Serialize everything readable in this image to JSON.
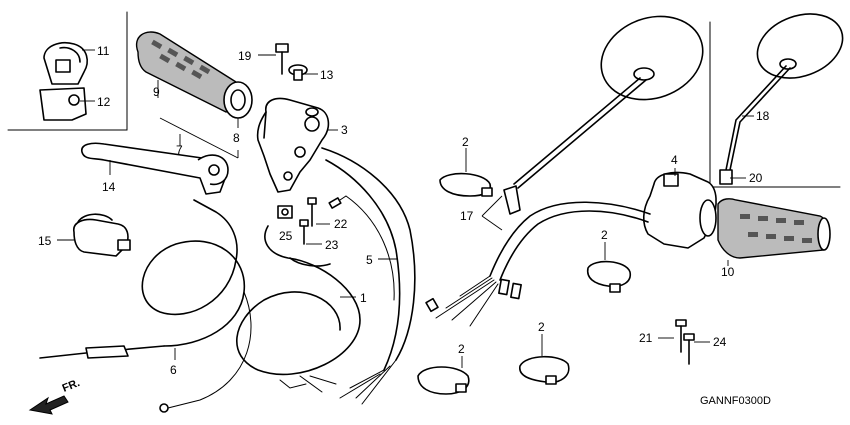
{
  "diagram": {
    "callouts": [
      {
        "id": "11",
        "text": "11"
      },
      {
        "id": "12",
        "text": "12"
      },
      {
        "id": "9",
        "text": "9"
      },
      {
        "id": "8",
        "text": "8"
      },
      {
        "id": "7",
        "text": "7"
      },
      {
        "id": "14",
        "text": "14"
      },
      {
        "id": "15",
        "text": "15"
      },
      {
        "id": "19",
        "text": "19"
      },
      {
        "id": "13",
        "text": "13"
      },
      {
        "id": "3",
        "text": "3"
      },
      {
        "id": "22",
        "text": "22"
      },
      {
        "id": "25",
        "text": "25"
      },
      {
        "id": "23",
        "text": "23"
      },
      {
        "id": "5",
        "text": "5"
      },
      {
        "id": "1",
        "text": "1"
      },
      {
        "id": "6",
        "text": "6"
      },
      {
        "id": "2a",
        "text": "2"
      },
      {
        "id": "17",
        "text": "17"
      },
      {
        "id": "2b",
        "text": "2"
      },
      {
        "id": "2c",
        "text": "2"
      },
      {
        "id": "2d",
        "text": "2"
      },
      {
        "id": "4",
        "text": "4"
      },
      {
        "id": "10",
        "text": "10"
      },
      {
        "id": "18",
        "text": "18"
      },
      {
        "id": "20",
        "text": "20"
      },
      {
        "id": "21",
        "text": "21"
      },
      {
        "id": "24",
        "text": "24"
      }
    ],
    "direction_label": "FR.",
    "drawing_code": "GANNF0300D"
  }
}
